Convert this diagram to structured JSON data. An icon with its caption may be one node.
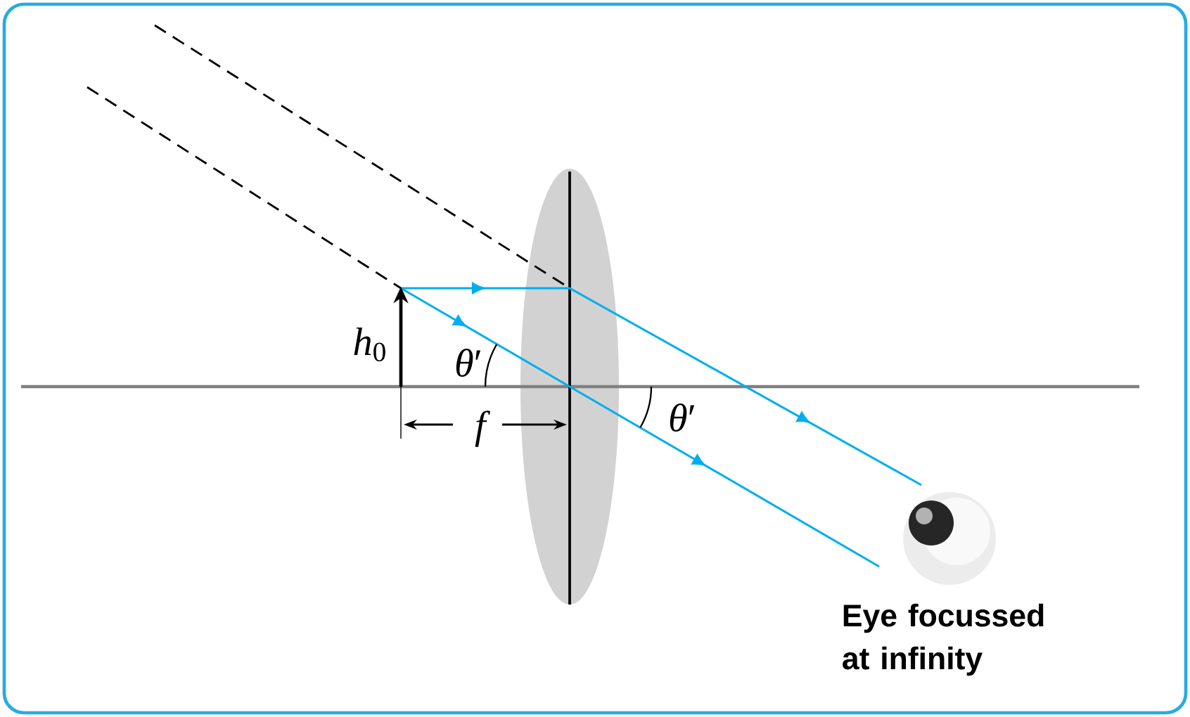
{
  "diagram": {
    "labels": [
      "*h*$_{0}$",
      "*θ*′",
      "*f*",
      "*θ*′",
      "Eye focussed at infinity"
    ]
  }
}
